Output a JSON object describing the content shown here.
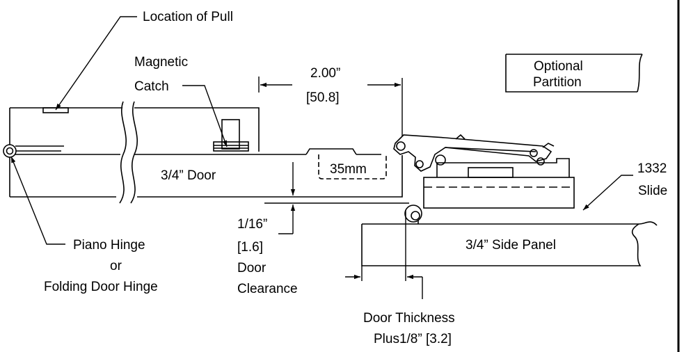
{
  "labels": {
    "location_of_pull": "Location of Pull",
    "magnetic_catch_1": "Magnetic",
    "magnetic_catch_2": "Catch",
    "dim_200_inch": "2.00”",
    "dim_200_mm": "[50.8]",
    "optional_partition_1": "Optional",
    "optional_partition_2": "Partition",
    "door": "3/4” Door",
    "cup_35mm": "35mm",
    "slide_1": "1332",
    "slide_2": "Slide",
    "clearance_inch": "1/16”",
    "clearance_mm": "[1.6]",
    "clearance_word_1": "Door",
    "clearance_word_2": "Clearance",
    "side_panel": "3/4” Side Panel",
    "piano_hinge_1": "Piano Hinge",
    "piano_hinge_2": "or",
    "piano_hinge_3": "Folding Door Hinge",
    "thickness_1": "Door Thickness",
    "thickness_2": "Plus1/8” [3.2]"
  },
  "colors": {
    "line": "#000000",
    "background": "#ffffff"
  }
}
